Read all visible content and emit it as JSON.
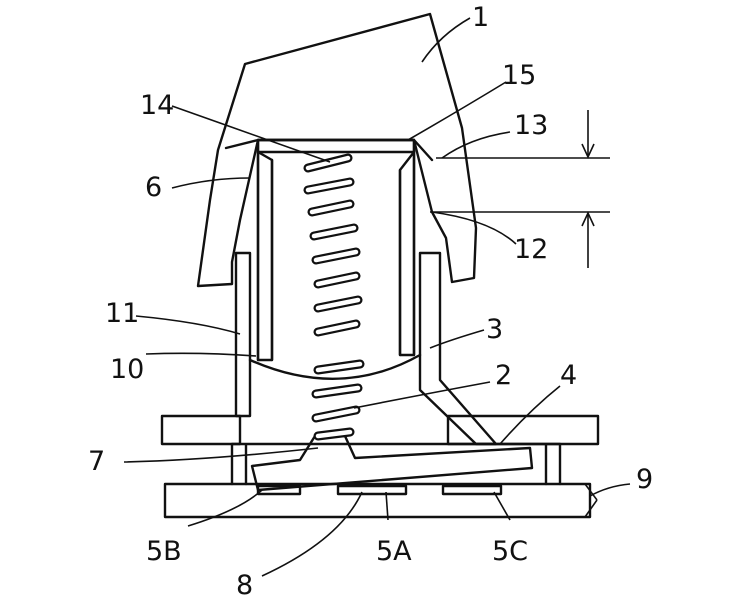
{
  "labels": {
    "l1": "1",
    "l2": "2",
    "l3": "3",
    "l4": "4",
    "l5a": "5A",
    "l5b": "5B",
    "l5c": "5C",
    "l6": "6",
    "l7": "7",
    "l8": "8",
    "l9": "9",
    "l10": "10",
    "l11": "11",
    "l12": "12",
    "l13": "13",
    "l14": "14",
    "l15": "15"
  }
}
